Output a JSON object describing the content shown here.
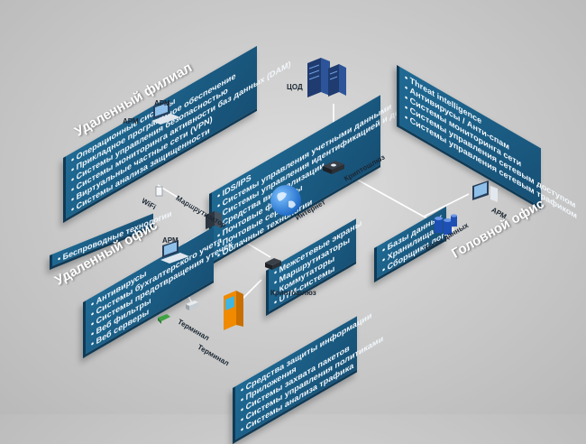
{
  "zones": {
    "remote_branch": "Удаленный филиал",
    "remote_office": "Удаленный офис",
    "head_office": "Головной офис"
  },
  "labels": {
    "arm_1": "АРМ",
    "arm_2": "АРМ",
    "arm_3": "АРМ",
    "arm_4": "АРМ",
    "cod": "ЦОД",
    "crypto_top": "Криптошлюз",
    "crypto_mid": "Криптошлюз",
    "router": "Маршрутизатор",
    "wifi": "WiFi",
    "internet": "Интернет",
    "databases": "Базы данных",
    "terminal_1": "Терминал",
    "terminal_2": "Терминал"
  },
  "panels": {
    "branch": [
      "Операционные системы",
      "Прикладное программное обеспечение",
      "Системы управления безопасностью",
      "Системы мониторинга активности баз данных (DAM)",
      "Виртуальные частные сети (VPN)",
      "Системы анализа защищенности"
    ],
    "wireless": [
      "Беспроводные технологии"
    ],
    "cod": [
      "IDS/IPS",
      "Системы управления учетными данными",
      "Системы управления идентификацией и доступом",
      "Средства виртуализации",
      "Почтовые фильтры",
      "Почтовые серверы",
      "Облачные технологии"
    ],
    "head_top": [
      "Threat intelligence",
      "Антивирусы / Анти-спам",
      "Системы мониторинга сети",
      "Системы управления сетевым доступом",
      "Системы управления сетевым трафиком"
    ],
    "network": [
      "Межсетевые экраны",
      "Маршрутизаторы",
      "Коммутаторы",
      "UTM-системы"
    ],
    "office": [
      "Антивирусы",
      "Системы бухгалтерского учета",
      "Системы предотвращения утечек",
      "Веб фильтры",
      "Веб серверы"
    ],
    "head_db": [
      "Базы данных",
      "Хранилища",
      "Сборщики логов"
    ],
    "protection": [
      "Средства защиты информации",
      "Приложения",
      "Системы захвата пакетов",
      "Системы управления политиками",
      "Системы анализа трафика"
    ]
  }
}
